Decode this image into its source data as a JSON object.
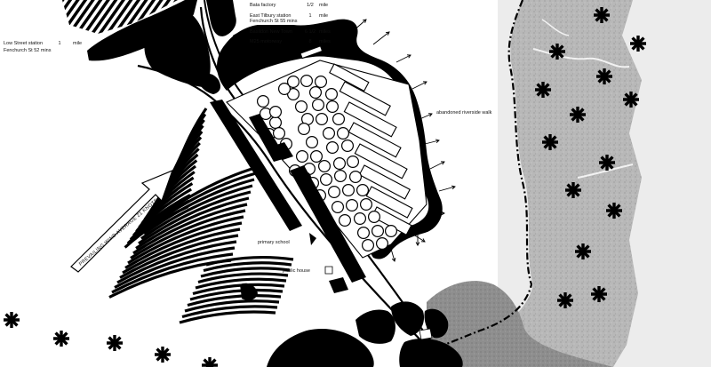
{
  "distance_table": {
    "rows": [
      {
        "place": "Bata factory",
        "distance": "1/2",
        "unit": "mile"
      },
      {
        "place": "East Tilbury station",
        "distance": "1",
        "unit": "mile",
        "sub": "Fenchurch St    55  mins"
      },
      {
        "place": "Basildon New Town",
        "distance": "6 1/2",
        "unit": "miles"
      },
      {
        "place": "M25 motorway",
        "distance": "8",
        "unit": "miles"
      }
    ]
  },
  "low_street": {
    "place": "Low Street station",
    "distance": "1",
    "unit": "mile",
    "sub": "Fenchurch St    52  mins"
  },
  "labels": {
    "riverside_walk": "abandoned riverside walk",
    "primary_school": "primary school",
    "public_house": "public house"
  },
  "wind": {
    "text": "PREVAILING WIND    AVERAGE  21  KNOTS"
  },
  "colors": {
    "ink": "#000000",
    "marsh": "#b9b9b9",
    "river": "#e6e6e6",
    "paper": "#ffffff"
  },
  "icons": {
    "tree": "asterisk-tree-icon",
    "wind_arrow": "outline-arrow-icon",
    "view_arrow": "small-arrow-icon"
  }
}
